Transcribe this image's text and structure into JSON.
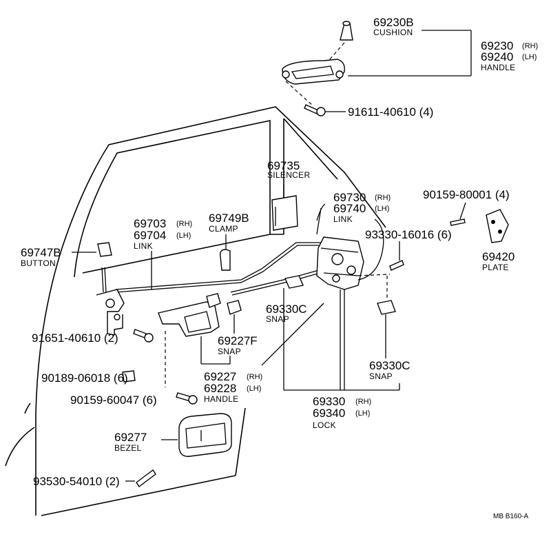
{
  "labels": {
    "cushion_pn": "69230B",
    "cushion_name": "CUSHION",
    "handle_out_rh": "69230",
    "handle_out_lh": "69240",
    "handle_out_name": "HANDLE",
    "bolt_top": "91611-40610 (4)",
    "silencer_pn": "69735",
    "silencer_name": "SILENCER",
    "link_lock_rh": "69730",
    "link_lock_lh": "69740",
    "link_lock_name": "LINK",
    "screw_plate": "90159-80001 (4)",
    "plate_pn": "69420",
    "plate_name": "PLATE",
    "link_rh": "69703",
    "link_lh": "69704",
    "link_name": "LINK",
    "clamp_pn": "69749B",
    "clamp_name": "CLAMP",
    "button_pn": "69747B",
    "button_name": "BUTTON",
    "screw_lock": "93330-16016 (6)",
    "snap_c_left_pn": "69330C",
    "snap_c_left_name": "SNAP",
    "snap_f_pn": "69227F",
    "snap_f_name": "SNAP",
    "bolt_handle": "91651-40610 (2)",
    "clip": "90189-06018 (6)",
    "handle_in_rh": "69227",
    "handle_in_lh": "69228",
    "handle_in_name": "HANDLE",
    "snap_c_right_pn": "69330C",
    "snap_c_right_name": "SNAP",
    "screw_handle": "90159-60047 (6)",
    "lock_rh": "69330",
    "lock_lh": "69340",
    "lock_name": "LOCK",
    "bezel_pn": "69277",
    "bezel_name": "BEZEL",
    "screw_bezel": "93530-54010 (2)",
    "rh": "(RH)",
    "lh": "(LH)",
    "footer_code": "MB  B160-A"
  }
}
